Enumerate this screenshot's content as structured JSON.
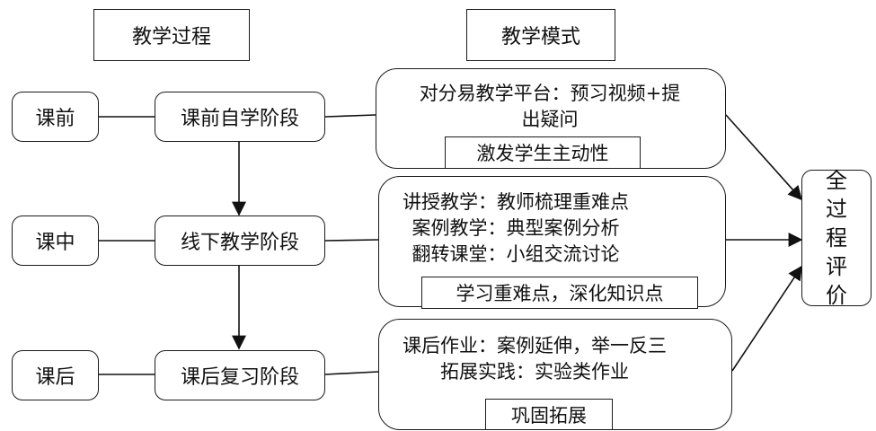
{
  "headers": {
    "process": "教学过程",
    "mode": "教学模式"
  },
  "phases": [
    {
      "label": "课前",
      "stage": "课前自学阶段"
    },
    {
      "label": "课中",
      "stage": "线下教学阶段"
    },
    {
      "label": "课后",
      "stage": "课后复习阶段"
    }
  ],
  "modes": [
    {
      "lines": [
        "对分易教学平台：预习视频+提",
        "出疑问"
      ],
      "tag": "激发学生主动性"
    },
    {
      "lines": [
        "讲授教学：教师梳理重难点",
        "案例教学：典型案例分析",
        "翻转课堂：小组交流讨论"
      ],
      "tag": "学习重难点，深化知识点"
    },
    {
      "lines": [
        "课后作业：案例延伸，举一反三",
        "拓展实践：实验类作业"
      ],
      "tag": "巩固拓展"
    }
  ],
  "evaluation": {
    "chars": [
      "全",
      "过",
      "程",
      "评",
      "价"
    ]
  }
}
